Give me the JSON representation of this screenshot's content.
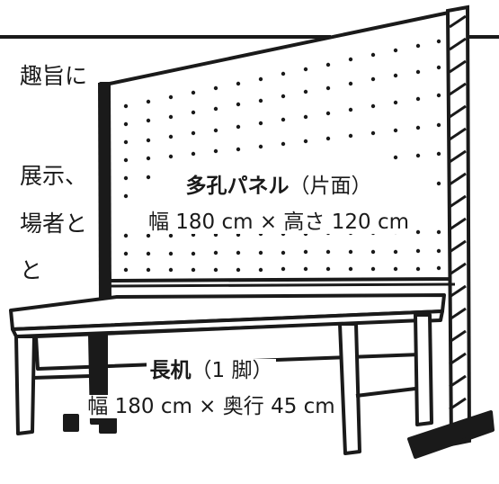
{
  "background_text": {
    "line1": "趣旨に",
    "line2": "展示、",
    "line3": "場者と",
    "line4": "と"
  },
  "panel": {
    "name": "多孔パネル",
    "sub": "（片面）",
    "dims": "幅 180 cm × 高さ 120 cm"
  },
  "desk": {
    "name": "長机",
    "sub": "（1 脚）",
    "dims": "幅 180 cm × 奥行 45 cm"
  }
}
